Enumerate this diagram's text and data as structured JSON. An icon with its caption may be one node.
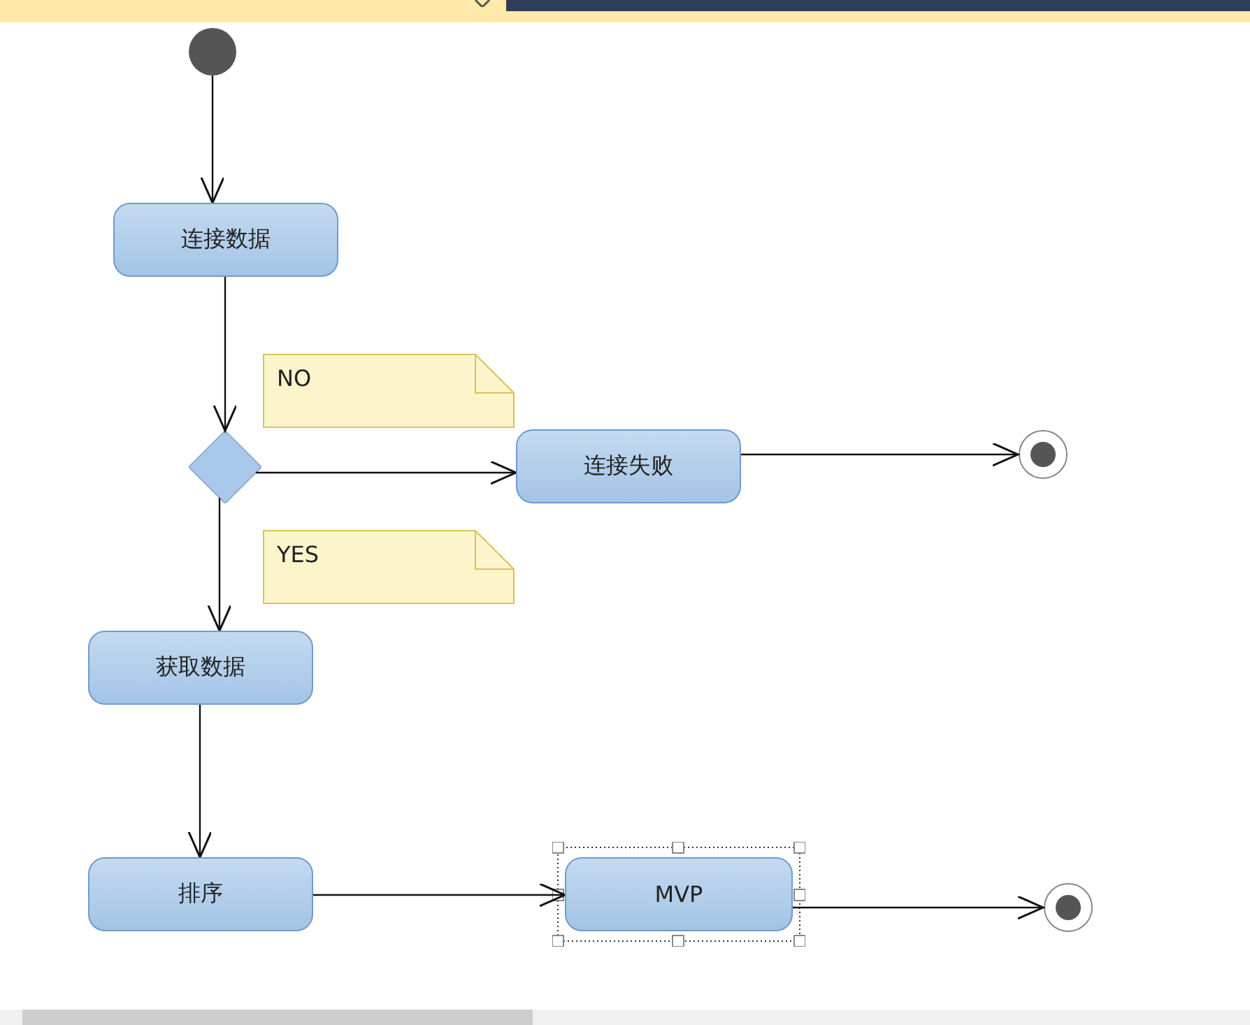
{
  "diagram": {
    "nodes": [
      {
        "text": [],
        "shape": "circle"
      },
      {
        "text": [
          "连接数据"
        ]
      },
      {
        "text": [],
        "shape": "diamond"
      },
      {
        "text": [
          "NO"
        ]
      },
      {
        "text": [
          "连接失败"
        ]
      },
      {
        "text": [],
        "shape": "circle"
      },
      {
        "text": [
          "YES"
        ]
      },
      {
        "text": [
          "获取数据"
        ]
      },
      {
        "text": [
          "排序"
        ]
      },
      {
        "text": [
          "MVP"
        ]
      },
      {
        "text": [],
        "shape": "circle"
      }
    ],
    "edges": [
      {
        "from": 0,
        "to": 1,
        "arrow": "to"
      },
      {
        "from": 1,
        "to": 2,
        "arrow": "to"
      },
      {
        "from": 2,
        "to": 4,
        "arrow": "to"
      },
      {
        "from": 4,
        "to": 5,
        "arrow": "to"
      },
      {
        "from": 2,
        "to": 7,
        "arrow": "to"
      },
      {
        "from": 7,
        "to": 8,
        "arrow": "to"
      },
      {
        "from": 8,
        "to": 9,
        "arrow": "to"
      },
      {
        "from": 9,
        "to": 10,
        "arrow": "to"
      }
    ]
  }
}
